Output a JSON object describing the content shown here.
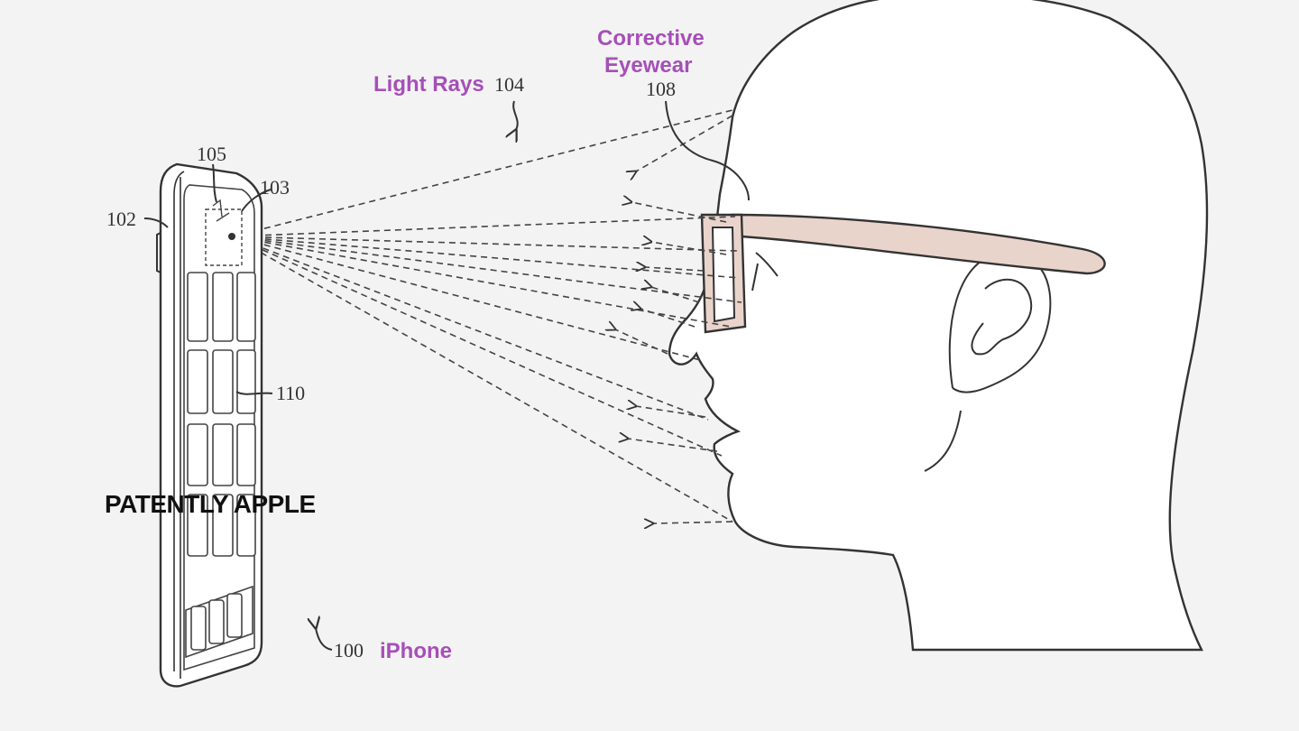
{
  "accent_color": "#a64fb8",
  "frame_color": "#e9d4cb",
  "labels": {
    "light_rays": "Light Rays",
    "corrective_line1": "Corrective",
    "corrective_line2": "Eyewear",
    "iphone": "iPhone"
  },
  "reference_numerals": {
    "device": "100",
    "device_body": "102",
    "sensor": "103",
    "light_rays": "104",
    "emitter": "105",
    "eyewear": "108",
    "display": "110"
  },
  "watermark": "PATENTLY APPLE"
}
